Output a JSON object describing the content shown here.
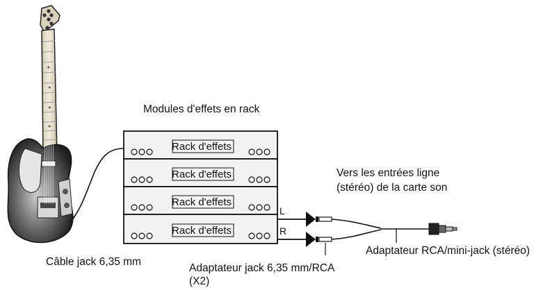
{
  "labels": {
    "rack_title": "Modules d'effets en rack",
    "guitar_cable": "Câble jack 6,35 mm",
    "adapter_jack_rca_line1": "Adaptateur jack 6,35 mm/RCA",
    "adapter_jack_rca_line2": "(X2)",
    "destination_line1": "Vers les entrées ligne",
    "destination_line2": "(stéréo) de la carte son",
    "rca_minijack_adapter": "Adaptateur RCA/mini-jack (stéréo)",
    "channel_left": "L",
    "channel_right": "R"
  },
  "rack_units": [
    {
      "label": "Rack d'effets"
    },
    {
      "label": "Rack d'effets"
    },
    {
      "label": "Rack d'effets"
    },
    {
      "label": "Rack d'effets"
    }
  ],
  "colors": {
    "line": "#111111",
    "rack_fill": "#f2f2f2",
    "guitar_body": "#3a3a3a"
  }
}
